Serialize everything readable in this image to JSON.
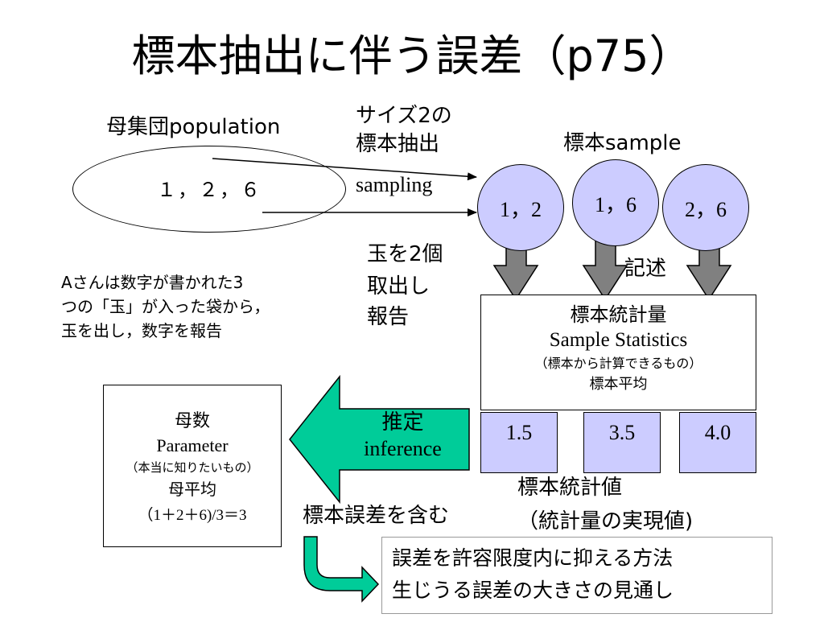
{
  "title": "標本抽出に伴う誤差（p75）",
  "population": {
    "label": "母集団population",
    "values": "１，２，６"
  },
  "sampling_note": {
    "line1": "サイズ2の",
    "line2": "標本抽出",
    "line3": "sampling"
  },
  "sample_label": "標本sample",
  "samples": [
    "1，2",
    "1，6",
    "2，6"
  ],
  "draw_note": {
    "line1": "玉を2個",
    "line2": "取出し",
    "line3": "報告"
  },
  "describe_label": "記述",
  "story": {
    "line1": "Aさんは数字が書かれた3",
    "line2": "つの「玉」が入った袋から，",
    "line3": "玉を出し，数字を報告"
  },
  "statistic": {
    "line1": "標本統計量",
    "line2": "Sample Statistics",
    "line3": "（標本から計算できるもの）",
    "line4": "標本平均"
  },
  "stat_values": [
    "1.5",
    "3.5",
    "4.0"
  ],
  "parameter": {
    "line1": "母数",
    "line2": "Parameter",
    "line3": "（本当に知りたいもの）",
    "line4": "母平均",
    "line5": "（1＋2＋6)/3＝3"
  },
  "inference": {
    "line1": "推定",
    "line2": "inference"
  },
  "stat_value_label": {
    "line1": "標本統計値",
    "line2": "（統計量の実現値)"
  },
  "sampling_error": "標本誤差を含む",
  "bottom": {
    "line1": "誤差を許容限度内に抑える方法",
    "line2": "生じうる誤差の大きさの見通し"
  },
  "colors": {
    "sample_fill": "#ccccff",
    "inference_arrow": "#00cc99",
    "down_arrow": "#808080"
  }
}
